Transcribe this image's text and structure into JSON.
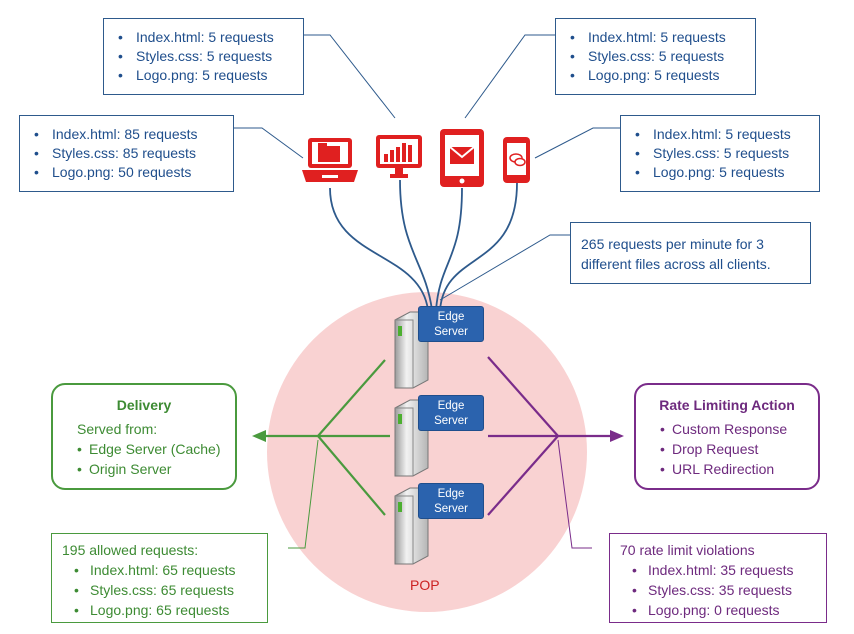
{
  "client_boxes": {
    "top_left": [
      "Index.html: 5 requests",
      "Styles.css: 5 requests",
      "Logo.png: 5 requests"
    ],
    "top_right": [
      "Index.html: 5 requests",
      "Styles.css: 5 requests",
      "Logo.png: 5 requests"
    ],
    "mid_left": [
      "Index.html: 85 requests",
      "Styles.css: 85 requests",
      "Logo.png: 50 requests"
    ],
    "mid_right": [
      "Index.html: 5 requests",
      "Styles.css: 5 requests",
      "Logo.png: 5 requests"
    ]
  },
  "summary_note": "265 requests per minute for 3 different files across all clients.",
  "edge_server_label": [
    "Edge",
    "Server"
  ],
  "pop_label": "POP",
  "delivery": {
    "title": "Delivery",
    "subtitle": "Served from:",
    "items": [
      "Edge Server (Cache)",
      "Origin Server"
    ]
  },
  "rate_limiting": {
    "title": "Rate Limiting Action",
    "items": [
      "Custom Response",
      "Drop Request",
      "URL Redirection"
    ]
  },
  "allowed": {
    "title": "195 allowed requests:",
    "items": [
      "Index.html: 65 requests",
      "Styles.css: 65 requests",
      "Logo.png: 65 requests"
    ]
  },
  "violations": {
    "title": "70 rate limit violations",
    "items": [
      "Index.html: 35 requests",
      "Styles.css: 35 requests",
      "Logo.png: 0 requests"
    ]
  },
  "colors": {
    "blue": "#2e5a8c",
    "red": "#e02020",
    "green": "#4a9a3e",
    "purple": "#7a2c8a",
    "pop_fill": "#f8d0d0"
  }
}
